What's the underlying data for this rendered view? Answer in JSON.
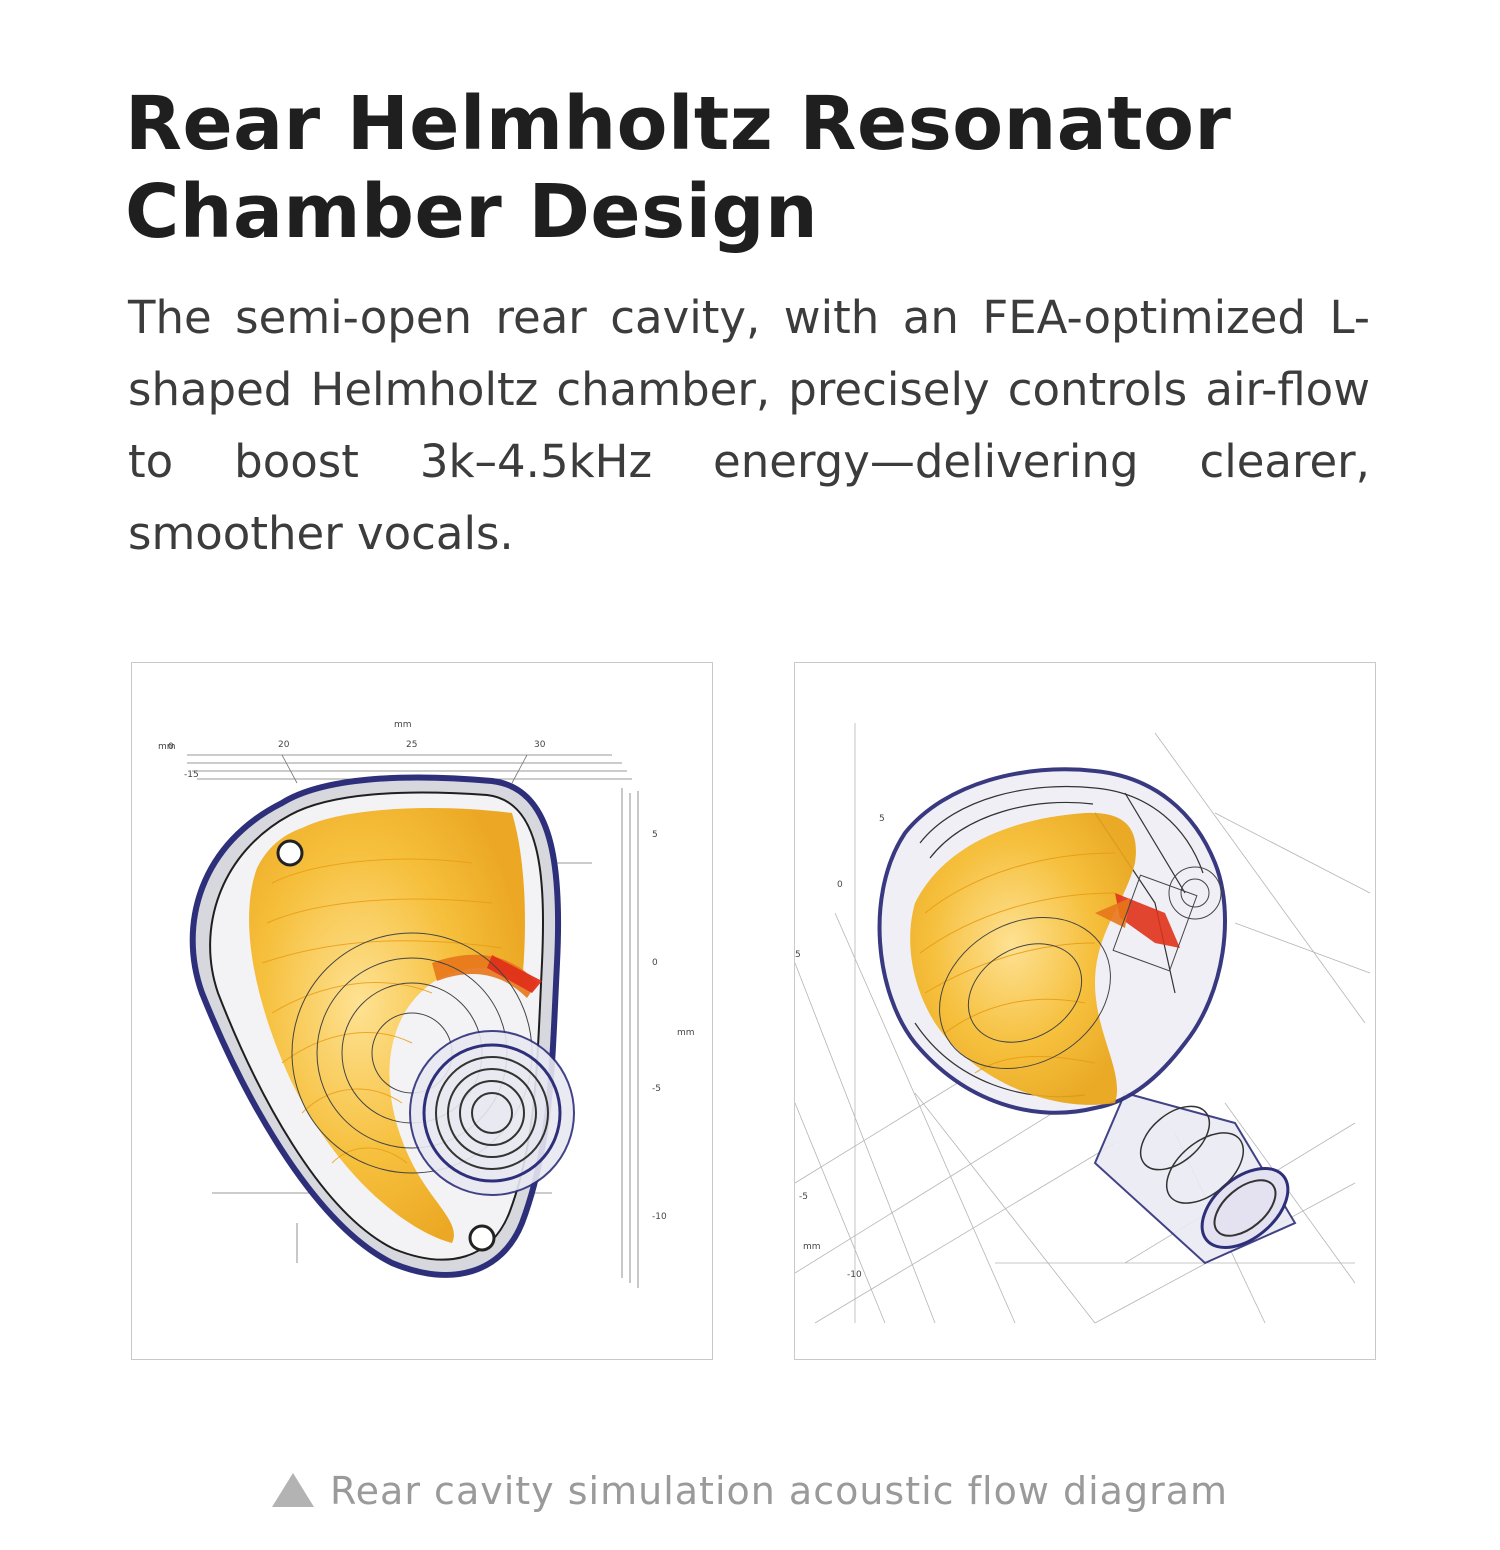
{
  "heading": {
    "line1": "Rear Helmholtz Resonator",
    "line2": "Chamber Design"
  },
  "description": "The semi-open rear cavity, with an FEA-optimized L-shaped Helmholtz chamber, precisely controls air-flow to boost 3k–4.5kHz energy—delivering clearer, smoother vocals.",
  "figure_left": {
    "axis_unit_top": "mm",
    "axis_unit_left": "mm",
    "axis_unit_right": "mm",
    "ticks_top": [
      "0",
      "20",
      "25",
      "30"
    ],
    "ticks_left": [
      "-15"
    ],
    "ticks_right": [
      "5",
      "0",
      "-5",
      "-10"
    ]
  },
  "figure_right": {
    "axis_unit": "mm",
    "ticks_left": [
      "5",
      "0",
      "5",
      "-5",
      "-10"
    ]
  },
  "caption": {
    "icon": "triangle-up-icon",
    "text": "Rear cavity simulation acoustic flow diagram"
  },
  "colors": {
    "title": "#1f1f1f",
    "body": "#3c3c3c",
    "caption": "#9a9a9a",
    "shell_outline": "#2e2f7a",
    "flow_yellow": "#f5b51c",
    "flow_orange": "#e8751a",
    "flow_red": "#e0321a"
  }
}
